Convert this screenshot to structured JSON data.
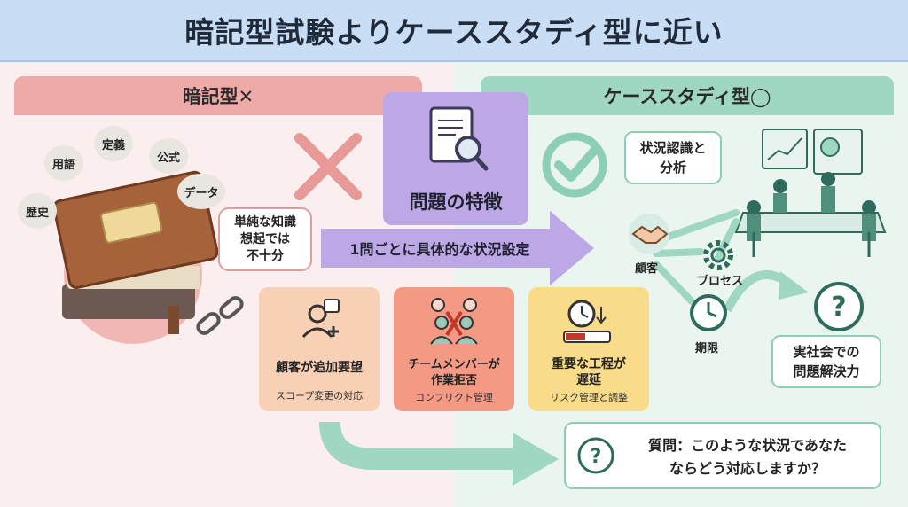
{
  "title": "暗記型試験よりケーススタディ型に近い",
  "left_panel": {
    "header": "暗記型✕",
    "bubbles": [
      "歴史",
      "用語",
      "定義",
      "公式",
      "データ"
    ],
    "note": [
      "単純な知識",
      "想起では",
      "不十分"
    ]
  },
  "center": {
    "feature_title": "問題の特徴",
    "feature_banner": "1問ごとに具体的な状況設定",
    "examples": [
      {
        "label": "顧客が追加要望",
        "sub": "スコープ変更の対応"
      },
      {
        "label1": "チームメンバーが",
        "label2": "作業拒否",
        "sub": "コンフリクト管理"
      },
      {
        "label1": "重要な工程が",
        "label2": "遅延",
        "sub": "リスク管理と調整"
      }
    ]
  },
  "right_panel": {
    "header": "ケーススタディ型◯",
    "analysis": [
      "状況認識と",
      "分析"
    ],
    "items": [
      "顧客",
      "プロセス",
      "期限"
    ],
    "result": [
      "実社会での",
      "問題解決力"
    ],
    "question": [
      "質問：このような状況であなた",
      "ならどう対応しますか？"
    ]
  },
  "colors": {
    "title_bg": "#c9ddf5",
    "left_accent": "#efaaa8",
    "right_accent": "#9fd7c0",
    "feature": "#bba8e4"
  }
}
